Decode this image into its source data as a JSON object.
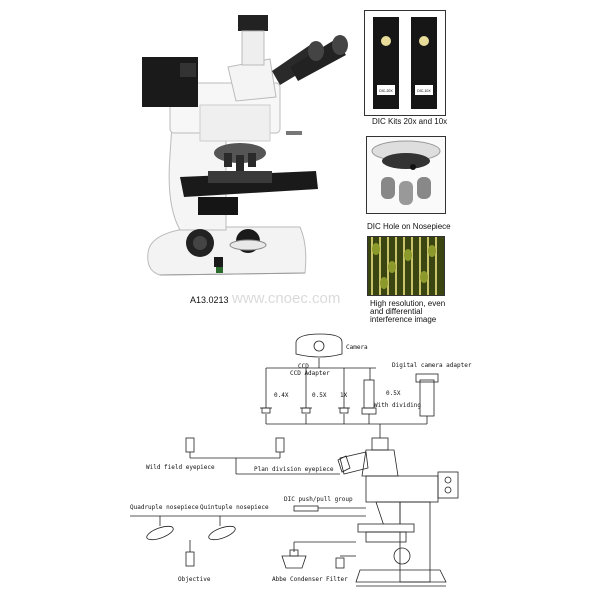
{
  "photo": {
    "model_code": "A13.0213",
    "watermark": "www.cnoec.com"
  },
  "insets": {
    "dic_kits": {
      "caption": "DIC Kits 20x and 10x",
      "slider_left_label": "DIC-20X",
      "slider_right_label": "DIC-10X"
    },
    "dic_hole": {
      "caption": "DIC Hole on Nosepiece"
    },
    "sample": {
      "caption_lines": [
        "High resolution, even",
        "and differential",
        "interference image"
      ]
    }
  },
  "diagram": {
    "labels": {
      "camera": "Camera",
      "ccd": "CCD",
      "ccd_adapter": "CCD Adapter",
      "digital_camera_adapter": "Digital camera adapter",
      "mag_04x": "0.4X",
      "mag_05x_left": "0.5X",
      "mag_1x": "1X",
      "mag_05x_right": "0.5X",
      "with_dividing": "With dividing",
      "wide_field_eyepiece": "Wild field eyepiece",
      "plan_division_eyepiece": "Plan division eyepiece",
      "dic_push_pull": "DIC push/pull group",
      "quadruple_nosepiece": "Quadruple nosepiece",
      "quintuple_nosepiece": "Quintuple nosepiece",
      "objective": "Objective",
      "abbe_condenser": "Abbe Condenser",
      "filter": "Filter"
    }
  },
  "colors": {
    "body_white": "#f2f2f2",
    "stage_black": "#1a1a1a",
    "line": "#222222"
  }
}
